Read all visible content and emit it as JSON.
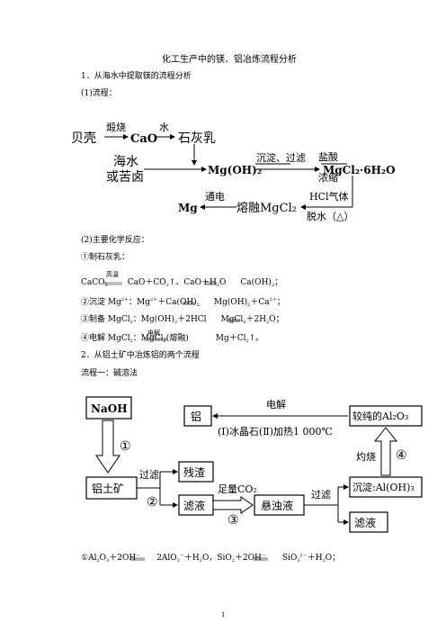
{
  "title": "化工生产中的镁、铝冶炼流程分析",
  "sec1": {
    "heading": "1．从海水中提取镁的流程分析",
    "flow_label": "(1)流程：",
    "diagram": {
      "n_shell": "贝壳",
      "e_calcine": "煅烧",
      "n_cao": "CaO",
      "e_water": "水",
      "n_lime": "石灰乳",
      "n_sea1": "海水",
      "n_sea2": "或苦卤",
      "n_mgoh2": "Mg(OH)₂",
      "e_precip": "沉淀、过滤",
      "e_hcl": "盐酸",
      "e_conc": "浓缩",
      "n_mgcl2hyd": "MgCl₂·6H₂O",
      "e_hclgas": "HCl气体",
      "e_dehydrate": "脱水（△）",
      "n_molten": "熔融MgCl₂",
      "e_elec": "通电",
      "n_mg": "Mg"
    },
    "reactions_label": "(2)主要化学反应：",
    "r1_label": "①制石灰乳：",
    "cond_high_temp": "高温",
    "cond_elec": "电解"
  },
  "sec2": {
    "heading": "2．从铝土矿中冶炼铝的两个流程",
    "flow1_label": "流程一：碱溶法",
    "diagram": {
      "n_naoh": "NaOH",
      "n_al": "铝",
      "e_elec": "电解",
      "e_cond": "(Ⅰ)冰晶石(Ⅱ)加热1 000℃",
      "n_pure": "较纯的Al₂O₃",
      "step1": "①",
      "step2": "②",
      "step3": "③",
      "step4": "④",
      "n_bauxite": "铝土矿",
      "e_filter1": "过滤",
      "n_residue": "残渣",
      "n_filtrate1": "滤液",
      "e_co2": "足量CO₂",
      "n_turbid": "悬浊液",
      "e_filter2": "过滤",
      "n_precip": "沉淀:Al(OH)₃",
      "e_calcine": "灼烧",
      "n_filtrate2": "滤液"
    }
  },
  "page_number": "1"
}
